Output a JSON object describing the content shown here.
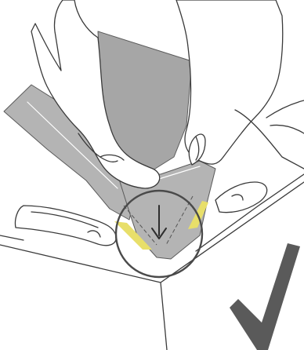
{
  "figure": {
    "colors": {
      "background": "#ffffff",
      "outline": "#3a3a3a",
      "sheet": "#b4b4b4",
      "sheet_dark": "#a6a6a6",
      "accent": "#e8df6a",
      "highlight_circle": "#4a4a4a",
      "checkmark": "#5a5a5a"
    },
    "elements": {
      "box": "box-corner-outline",
      "sheet": "adhesive-sheet",
      "hands": "hands-pressing-sheet",
      "circle": "detail-highlight-circle",
      "arrow": "press-down-arrow-icon",
      "check": "checkmark-icon"
    }
  }
}
